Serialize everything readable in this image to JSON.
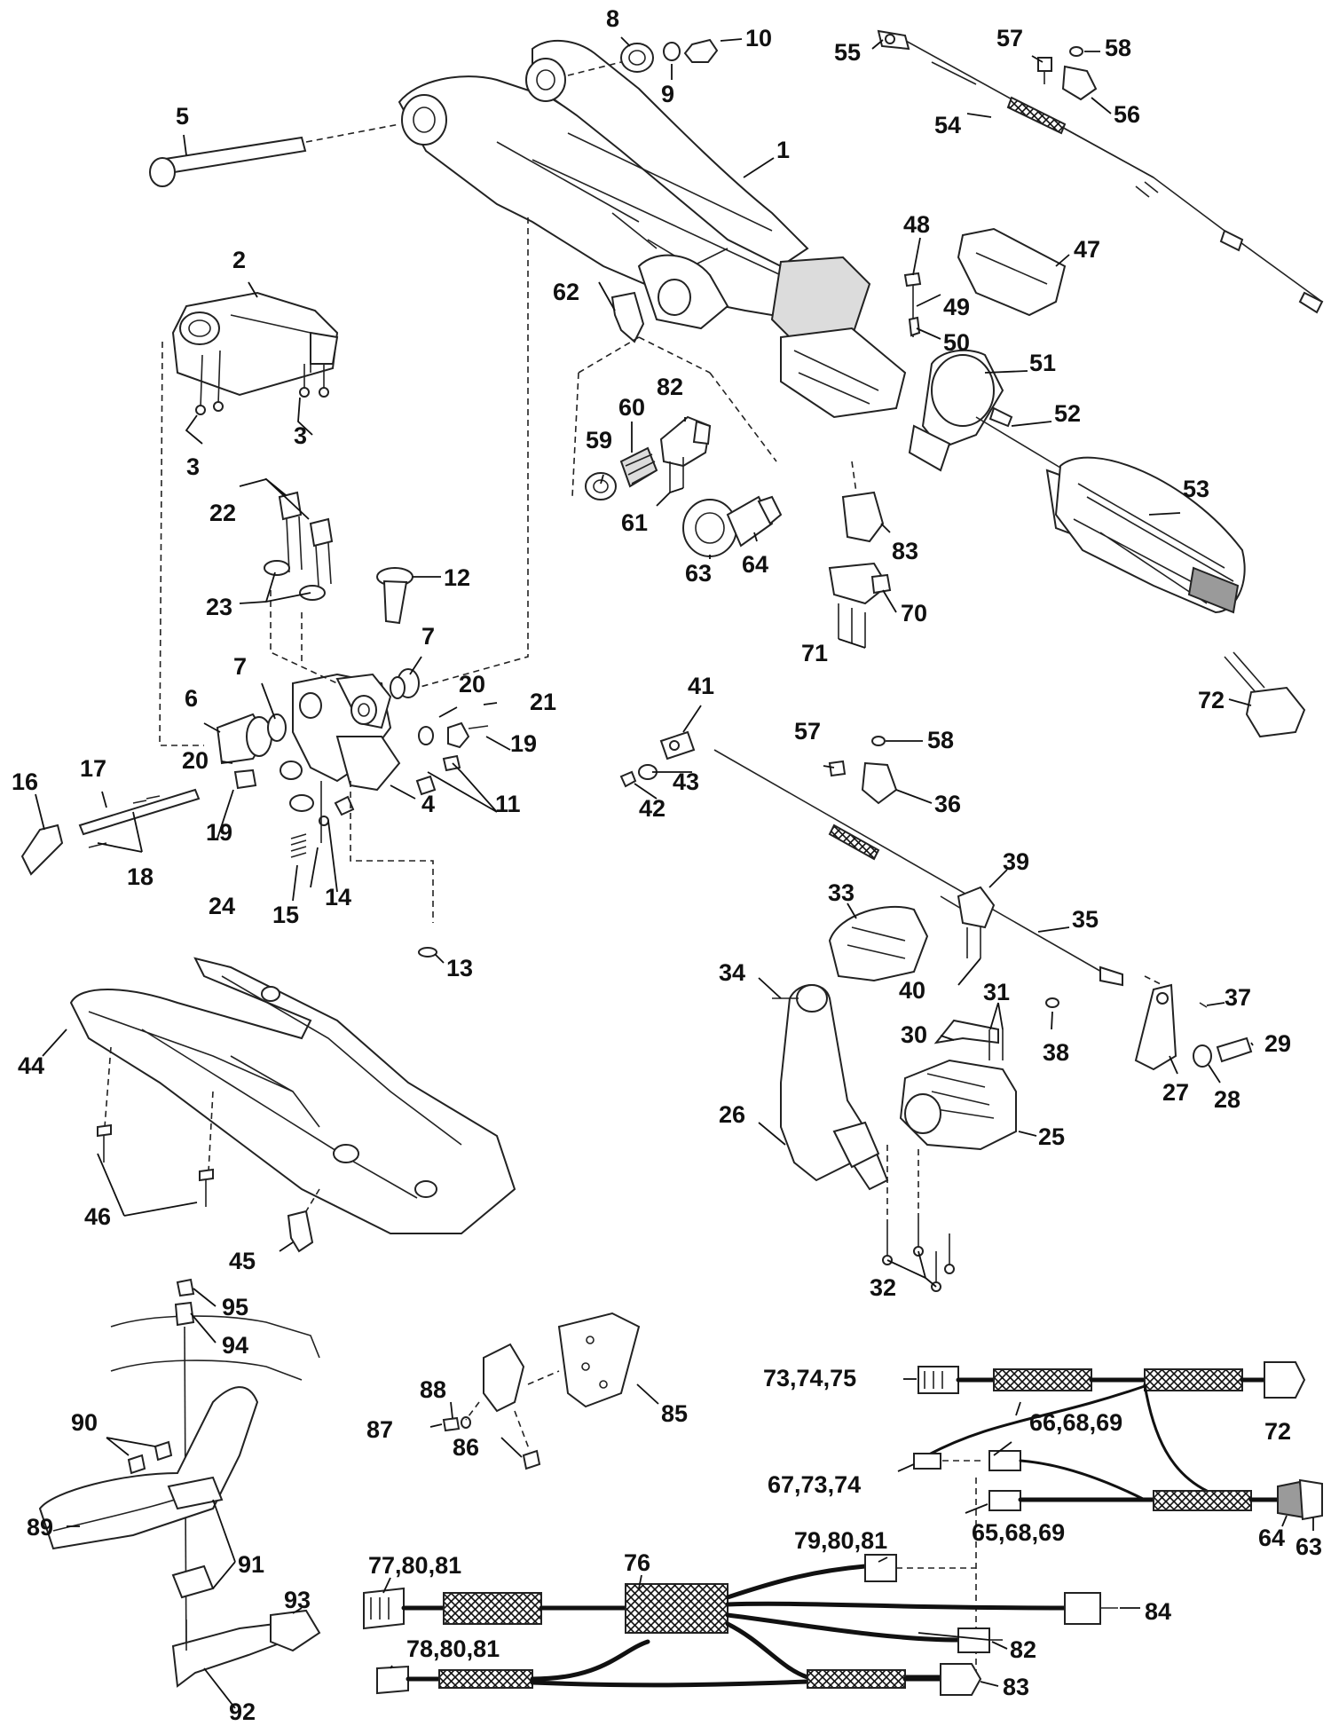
{
  "diagram": {
    "callouts": {
      "c1": "1",
      "c2": "2",
      "c3a": "3",
      "c3b": "3",
      "c4": "4",
      "c5": "5",
      "c6": "6",
      "c7a": "7",
      "c7b": "7",
      "c8": "8",
      "c9": "9",
      "c10": "10",
      "c11": "11",
      "c12": "12",
      "c13": "13",
      "c14": "14",
      "c15": "15",
      "c16": "16",
      "c17": "17",
      "c18": "18",
      "c19a": "19",
      "c19b": "19",
      "c20a": "20",
      "c20b": "20",
      "c21": "21",
      "c22": "22",
      "c23": "23",
      "c24": "24",
      "c25": "25",
      "c26": "26",
      "c27": "27",
      "c28": "28",
      "c29": "29",
      "c30": "30",
      "c31": "31",
      "c32": "32",
      "c33": "33",
      "c34": "34",
      "c35": "35",
      "c36": "36",
      "c37": "37",
      "c38": "38",
      "c39": "39",
      "c40": "40",
      "c41": "41",
      "c42": "42",
      "c43": "43",
      "c44": "44",
      "c45": "45",
      "c46": "46",
      "c47": "47",
      "c48": "48",
      "c49": "49",
      "c50": "50",
      "c51": "51",
      "c52": "52",
      "c53": "53",
      "c54": "54",
      "c55": "55",
      "c56": "56",
      "c57a": "57",
      "c57b": "57",
      "c58a": "58",
      "c58b": "58",
      "c59": "59",
      "c60": "60",
      "c61": "61",
      "c62": "62",
      "c63a": "63",
      "c63b": "63",
      "c64a": "64",
      "c64b": "64",
      "c65": "65,68,69",
      "c66": "66,68,69",
      "c67": "67,73,74",
      "c70": "70",
      "c71": "71",
      "c72a": "72",
      "c72b": "72",
      "c73": "73,74,75",
      "c76": "76",
      "c77": "77,80,81",
      "c78": "78,80,81",
      "c79": "79,80,81",
      "c82a": "82",
      "c82b": "82",
      "c83a": "83",
      "c83b": "83",
      "c84": "84",
      "c85": "85",
      "c86": "86",
      "c87": "87",
      "c88": "88",
      "c89": "89",
      "c90": "90",
      "c91": "91",
      "c92": "92",
      "c93": "93",
      "c94": "94",
      "c95": "95"
    }
  }
}
